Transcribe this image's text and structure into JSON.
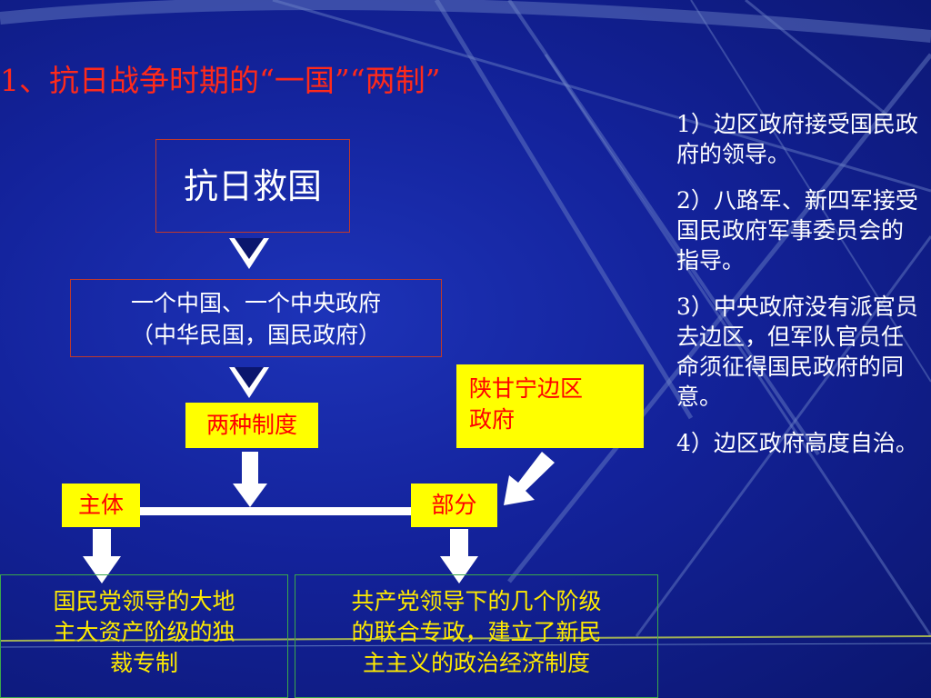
{
  "title": "1、抗日战争时期的“一国”“两制”",
  "boxes": {
    "kangri": "抗日救国",
    "one_china_line1": "一个中国、一个中央政府",
    "one_china_line2": "（中华民国，国民政府）",
    "two_systems": "两种制度",
    "shaanganning_line1": "陕甘宁边区",
    "shaanganning_line2": "政府",
    "main_body": "主体",
    "part": "部分",
    "kmt_line1": "国民党领导的大地",
    "kmt_line2": "主大资产阶级的独",
    "kmt_line3": "裁专制",
    "ccp_line1": "共产党领导下的几个阶级",
    "ccp_line2": "的联合专政，建立了新民",
    "ccp_line3": "主主义的政治经济制度"
  },
  "notes": [
    "1）边区政府接受国民政府的领导。",
    "2）八路军、新四军接受国民政府军事委员会的指导。",
    "3）中央政府没有派官员去边区，但军队官员任命须征得国民政府的同意。",
    "4）边区政府高度自治。"
  ],
  "colors": {
    "background": "#13229a",
    "title": "#ff2a1a",
    "yellow_fill": "#ffff00",
    "red_text": "#ff0000",
    "yellow_text": "#ffea00"
  }
}
